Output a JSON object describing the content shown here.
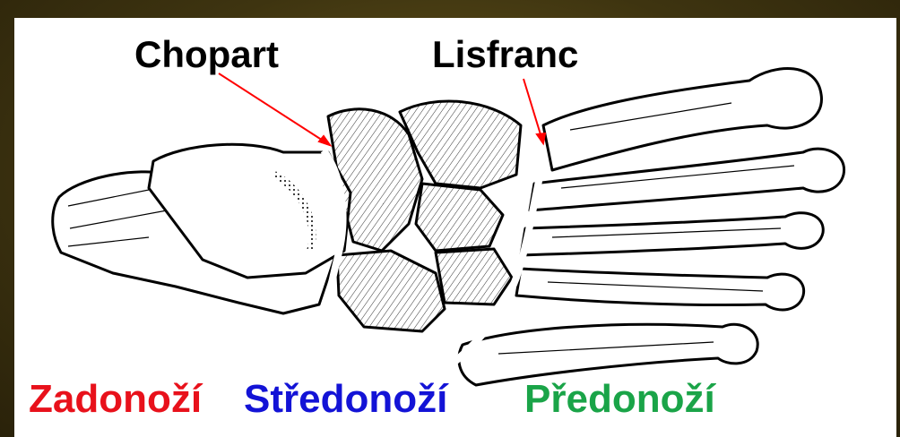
{
  "joints": {
    "chopart": "Chopart",
    "lisfranc": "Lisfranc"
  },
  "regions": {
    "hindfoot": "Zadonoží",
    "midfoot": "Středonoží",
    "forefoot": "Předonoží"
  },
  "colors": {
    "background": "#3b3210",
    "hindfoot": "#e8111b",
    "midfoot": "#1313d6",
    "forefoot": "#1aa448",
    "arrow": "#ff0000"
  }
}
